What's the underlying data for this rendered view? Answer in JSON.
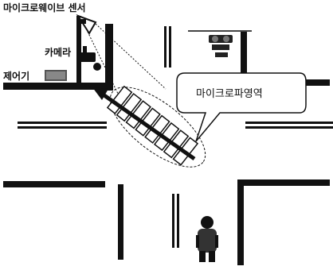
{
  "labels": {
    "microwave_sensor": "마이크로웨이브 센서",
    "camera": "카메라",
    "controller": "제어기",
    "microwave_area": "마이크로파영역"
  }
}
